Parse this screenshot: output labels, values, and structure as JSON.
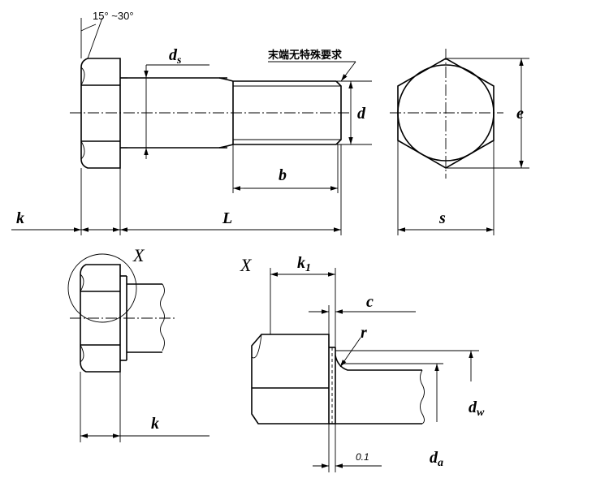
{
  "drawing": {
    "chamfer_angle": "15° ~30°",
    "end_note": "末端无特殊要求",
    "detail_marker": "X",
    "labels": {
      "ds_main": "d",
      "ds_sub": "s",
      "d": "d",
      "e": "e",
      "b": "b",
      "k_main": "k",
      "L": "L",
      "s": "s",
      "k_lower": "k",
      "k1_main": "k",
      "k1_sub": "1",
      "c": "c",
      "r": "r",
      "dw_main": "d",
      "dw_sub": "w",
      "da_main": "d",
      "da_sub": "a",
      "tolerance": "0.1"
    }
  }
}
